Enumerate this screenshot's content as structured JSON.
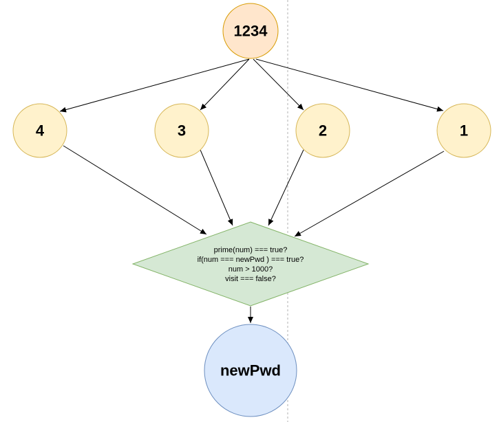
{
  "root": {
    "label": "1234",
    "fill": "#ffe6cc",
    "stroke": "#d79b00"
  },
  "digits": [
    {
      "label": "4",
      "fill": "#fff2cc",
      "stroke": "#d6b656"
    },
    {
      "label": "3",
      "fill": "#fff2cc",
      "stroke": "#d6b656"
    },
    {
      "label": "2",
      "fill": "#fff2cc",
      "stroke": "#d6b656"
    },
    {
      "label": "1",
      "fill": "#fff2cc",
      "stroke": "#d6b656"
    }
  ],
  "condition": {
    "lines": [
      "prime(num) === true?",
      "if(num === newPwd ) === true?",
      "num > 1000?",
      "visit === false?"
    ],
    "fill": "#d5e8d4",
    "stroke": "#82b366"
  },
  "result": {
    "label": "newPwd",
    "fill": "#dae8fc",
    "stroke": "#6c8ebf"
  }
}
